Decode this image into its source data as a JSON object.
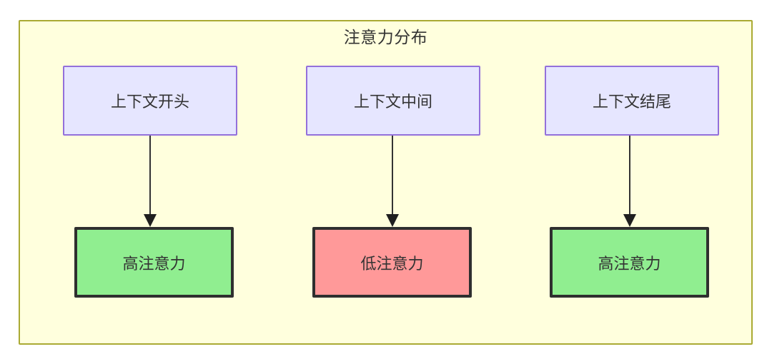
{
  "diagram": {
    "type": "flowchart",
    "direction": "top-to-bottom",
    "background": "#ffffff",
    "subgraph": {
      "title": "注意力分布",
      "fill": "#ffffdd",
      "stroke": "#aaaa33"
    },
    "nodes": [
      {
        "id": "ctx-start",
        "label": "上下文开头",
        "role": "context-segment",
        "fill": "#e6e6ff",
        "stroke": "#9370db",
        "column": 1,
        "row": "top"
      },
      {
        "id": "ctx-middle",
        "label": "上下文中间",
        "role": "context-segment",
        "fill": "#e6e6ff",
        "stroke": "#9370db",
        "column": 2,
        "row": "top"
      },
      {
        "id": "ctx-end",
        "label": "上下文结尾",
        "role": "context-segment",
        "fill": "#e6e6ff",
        "stroke": "#9370db",
        "column": 3,
        "row": "top"
      },
      {
        "id": "high-start",
        "label": "高注意力",
        "role": "attention-level",
        "fill": "#90ee90",
        "stroke": "#2f2f2f",
        "column": 1,
        "row": "bottom"
      },
      {
        "id": "low-middle",
        "label": "低注意力",
        "role": "attention-level",
        "fill": "#ff9999",
        "stroke": "#2f2f2f",
        "column": 2,
        "row": "bottom"
      },
      {
        "id": "high-end",
        "label": "高注意力",
        "role": "attention-level",
        "fill": "#90ee90",
        "stroke": "#2f2f2f",
        "column": 3,
        "row": "bottom"
      }
    ],
    "edges": [
      {
        "from": "ctx-start",
        "to": "high-start",
        "label": "",
        "arrow": "filled-triangle"
      },
      {
        "from": "ctx-middle",
        "to": "low-middle",
        "label": "",
        "arrow": "filled-triangle"
      },
      {
        "from": "ctx-end",
        "to": "high-end",
        "label": "",
        "arrow": "filled-triangle"
      }
    ]
  }
}
